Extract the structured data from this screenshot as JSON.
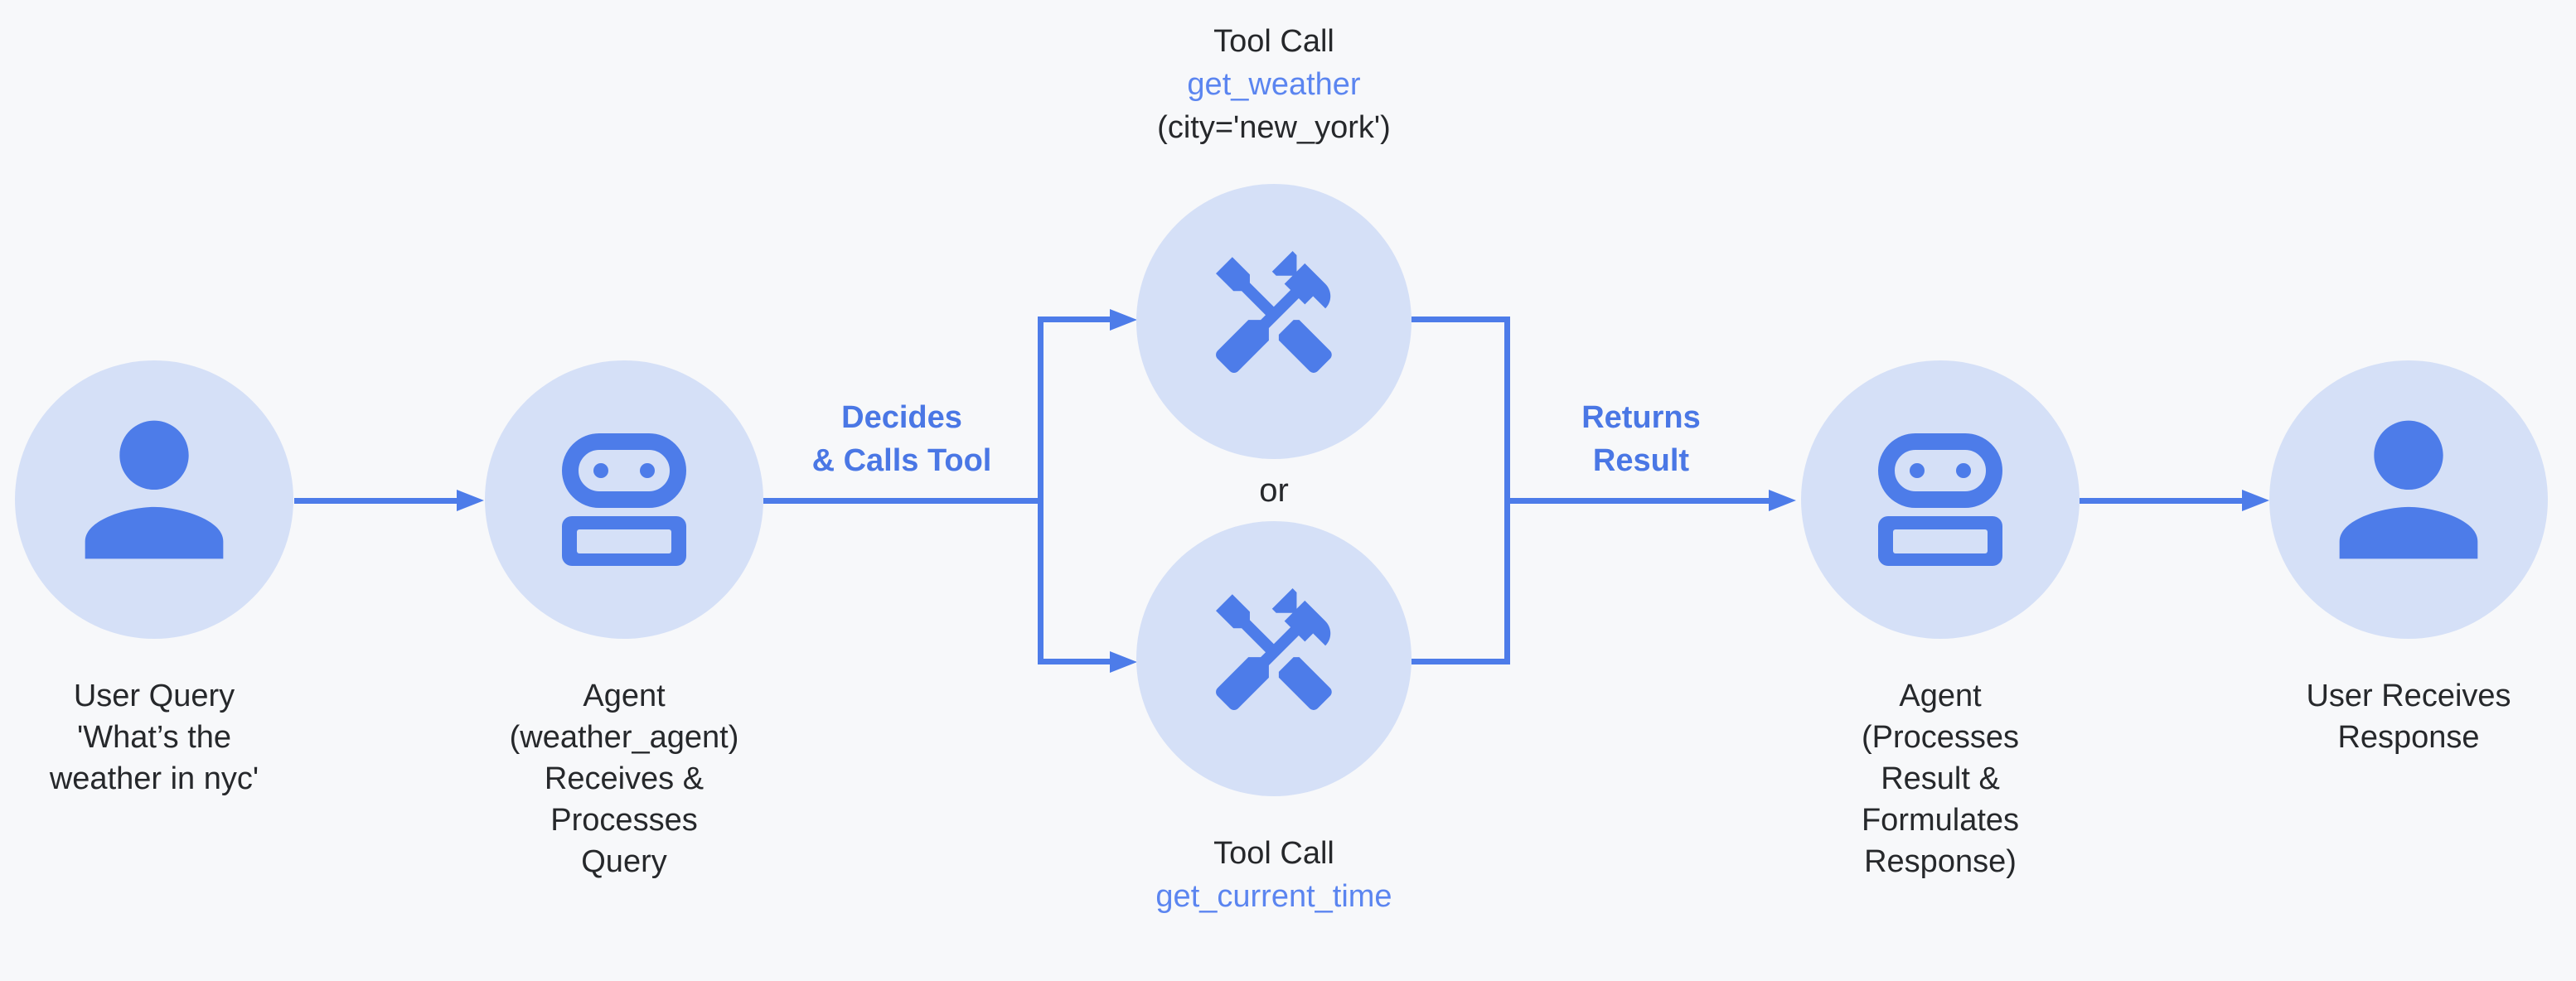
{
  "palette": {
    "background": "#f7f8fa",
    "node_fill": "#d5e0f7",
    "accent_blue": "#4d7ce9",
    "edge_label_blue": "#4a77e5",
    "tool_name_blue": "#5b85f0",
    "text_dark": "#26282b"
  },
  "nodes": {
    "user_query": {
      "icon": "person-icon",
      "lines": [
        "User Query",
        "'What’s the",
        "weather in nyc'"
      ]
    },
    "agent_receives": {
      "icon": "robot-icon",
      "lines": [
        "Agent",
        "(weather_agent)",
        "Receives &",
        "Processes",
        "Query"
      ]
    },
    "tool_get_weather": {
      "icon": "handyman-icon",
      "label_lines": [
        "Tool Call",
        "get_weather",
        "(city='new_york')"
      ]
    },
    "tool_get_current_time": {
      "icon": "handyman-icon",
      "label_lines": [
        "Tool Call",
        "get_current_time"
      ]
    },
    "agent_responds": {
      "icon": "robot-icon",
      "lines": [
        "Agent",
        "(Processes",
        "Result &",
        "Formulates",
        "Response)"
      ]
    },
    "user_receives": {
      "icon": "person-icon",
      "lines": [
        "User Receives",
        "Response"
      ]
    }
  },
  "edges": {
    "decides_calls_tool": {
      "lines": [
        "Decides",
        "& Calls Tool"
      ]
    },
    "returns_result": {
      "lines": [
        "Returns",
        "Result"
      ]
    },
    "or_label": "or"
  }
}
